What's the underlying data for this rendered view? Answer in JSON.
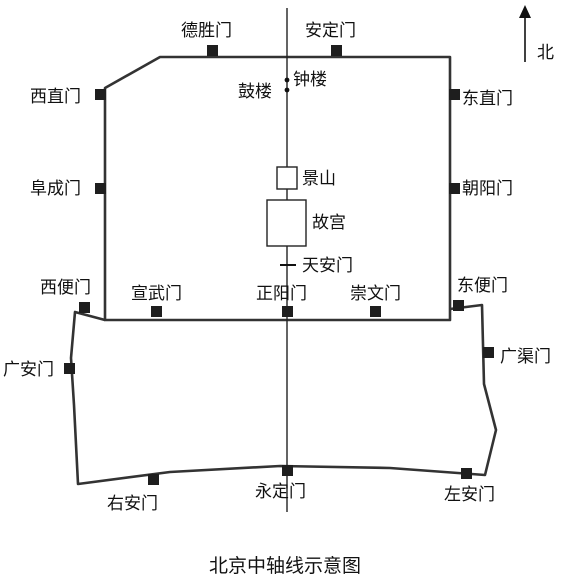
{
  "north_label": "北",
  "caption": "北京中轴线示意图",
  "labels": {
    "deshengmen": "德胜门",
    "andingmen": "安定门",
    "xizhimen": "西直门",
    "dongzhimen": "东直门",
    "gulou": "鼓楼",
    "zhonglou": "钟楼",
    "jingshan": "景山",
    "fuchengmen": "阜成门",
    "chaoyangmen": "朝阳门",
    "gugong": "故宫",
    "tiananmen": "天安门",
    "xibianmen": "西便门",
    "xuanwumen": "宣武门",
    "zhengyangmen": "正阳门",
    "chongwenmen": "崇文门",
    "dongbianmen": "东便门",
    "guanganmen": "广安门",
    "guangqumen": "广渠门",
    "youanmen": "右安门",
    "yongdingmen": "永定门",
    "zuoanmen": "左安门"
  }
}
